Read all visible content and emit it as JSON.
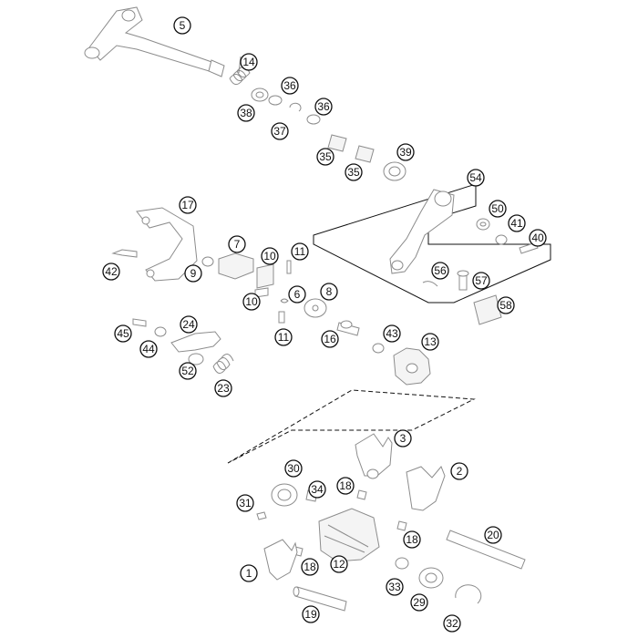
{
  "diagram": {
    "callouts": [
      {
        "id": "5",
        "label": "5"
      },
      {
        "id": "14",
        "label": "14"
      },
      {
        "id": "36a",
        "label": "36"
      },
      {
        "id": "38",
        "label": "38"
      },
      {
        "id": "37",
        "label": "37"
      },
      {
        "id": "36b",
        "label": "36"
      },
      {
        "id": "39",
        "label": "39"
      },
      {
        "id": "35a",
        "label": "35"
      },
      {
        "id": "35b",
        "label": "35"
      },
      {
        "id": "54",
        "label": "54"
      },
      {
        "id": "17",
        "label": "17"
      },
      {
        "id": "50",
        "label": "50"
      },
      {
        "id": "41",
        "label": "41"
      },
      {
        "id": "40",
        "label": "40"
      },
      {
        "id": "7",
        "label": "7"
      },
      {
        "id": "10a",
        "label": "10"
      },
      {
        "id": "11a",
        "label": "11"
      },
      {
        "id": "42",
        "label": "42"
      },
      {
        "id": "9",
        "label": "9"
      },
      {
        "id": "56",
        "label": "56"
      },
      {
        "id": "57",
        "label": "57"
      },
      {
        "id": "8",
        "label": "8"
      },
      {
        "id": "6",
        "label": "6"
      },
      {
        "id": "10b",
        "label": "10"
      },
      {
        "id": "58",
        "label": "58"
      },
      {
        "id": "24",
        "label": "24"
      },
      {
        "id": "45",
        "label": "45"
      },
      {
        "id": "11b",
        "label": "11"
      },
      {
        "id": "16",
        "label": "16"
      },
      {
        "id": "43",
        "label": "43"
      },
      {
        "id": "13",
        "label": "13"
      },
      {
        "id": "44",
        "label": "44"
      },
      {
        "id": "52",
        "label": "52"
      },
      {
        "id": "23",
        "label": "23"
      },
      {
        "id": "3",
        "label": "3"
      },
      {
        "id": "30",
        "label": "30"
      },
      {
        "id": "2",
        "label": "2"
      },
      {
        "id": "18a",
        "label": "18"
      },
      {
        "id": "34",
        "label": "34"
      },
      {
        "id": "31",
        "label": "31"
      },
      {
        "id": "18b",
        "label": "18"
      },
      {
        "id": "20",
        "label": "20"
      },
      {
        "id": "18c",
        "label": "18"
      },
      {
        "id": "12",
        "label": "12"
      },
      {
        "id": "1",
        "label": "1"
      },
      {
        "id": "33",
        "label": "33"
      },
      {
        "id": "29",
        "label": "29"
      },
      {
        "id": "19",
        "label": "19"
      },
      {
        "id": "32",
        "label": "32"
      }
    ]
  }
}
